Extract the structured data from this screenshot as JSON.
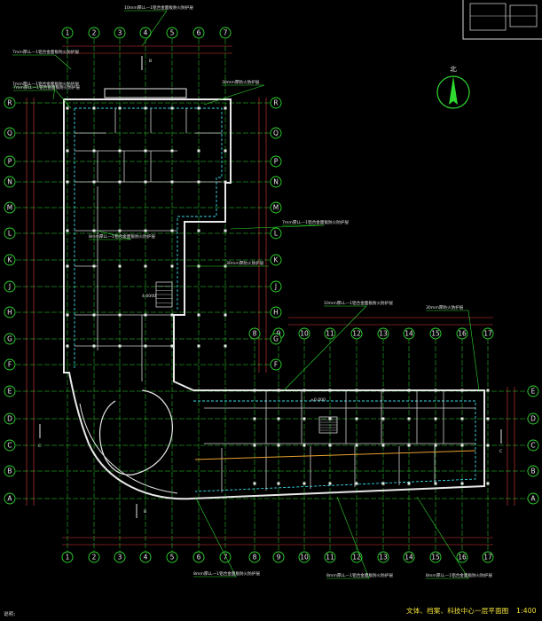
{
  "title_block": {
    "title": "文体、档案、科技中心一层平面图",
    "scale": "1:400"
  },
  "north_label": "北",
  "notes_label": "说明:",
  "grid": {
    "columns": [
      "1",
      "2",
      "3",
      "4",
      "5",
      "6",
      "7",
      "8",
      "9",
      "10",
      "11",
      "12",
      "13",
      "14",
      "15",
      "16",
      "17"
    ],
    "rows": [
      "A",
      "B",
      "C",
      "D",
      "E",
      "F",
      "G",
      "H",
      "J",
      "K",
      "L",
      "M",
      "N",
      "P",
      "Q",
      "R"
    ]
  },
  "section_marks": {
    "b": "B",
    "c": "C"
  },
  "room_labels": {
    "lobby": "4.0000",
    "east_room": "±0.000"
  },
  "annotations": [
    "7mm厚LL—1铝合金面板防火防护层",
    "10mm厚LL—1铝合金面板防火防护层",
    "7mm厚LL—1铝合金面板防火防护层",
    "30mm厚防火防护层",
    "7mm厚LL—1铝合金面板防火防护层",
    "7mm厚LL—1铝合金面板防火防护层",
    "8mm厚LL—1铝合金面板防火防护层",
    "30mm厚防火防护层",
    "10mm厚LL—1铝合金面板防火防护层",
    "30mm厚防火防护层",
    "8mm厚LL—1铝合金面板防火防护层",
    "8mm厚LL—1铝合金面板防火防护层",
    "8mm厚LL—1铝合金面板防火防护层"
  ]
}
